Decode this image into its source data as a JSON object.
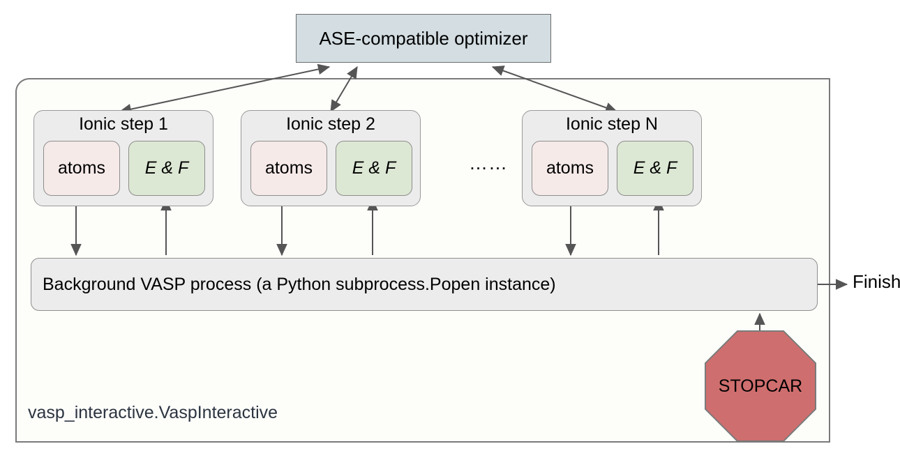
{
  "diagram": {
    "optimizer": {
      "label": "ASE-compatible optimizer",
      "fill": "#d3dde2",
      "stroke": "#6b6b6b"
    },
    "container": {
      "label": "vasp_interactive.VaspInteractive",
      "fill": "#fdfdfa",
      "stroke": "#7a7a7a"
    },
    "steps": [
      {
        "title": "Ionic step 1",
        "atoms_label": "atoms",
        "ef_label": "E & F"
      },
      {
        "title": "Ionic step 2",
        "atoms_label": "atoms",
        "ef_label": "E & F"
      },
      {
        "title": "Ionic step N",
        "atoms_label": "atoms",
        "ef_label": "E & F"
      }
    ],
    "ellipsis": "……",
    "background_process": {
      "label": "Background VASP process (a Python subprocess.Popen instance)",
      "fill": "#ececec",
      "stroke": "#8d8d8d"
    },
    "stopcar": {
      "label": "STOPCAR",
      "fill": "#cf6e6e",
      "stroke": "#7a7a7a"
    },
    "finish": {
      "label": "Finish"
    },
    "colors": {
      "atoms_fill": "#f6eae9",
      "ef_fill": "#dde8d4",
      "step_group_fill": "#ececec",
      "arrow": "#555555"
    }
  }
}
